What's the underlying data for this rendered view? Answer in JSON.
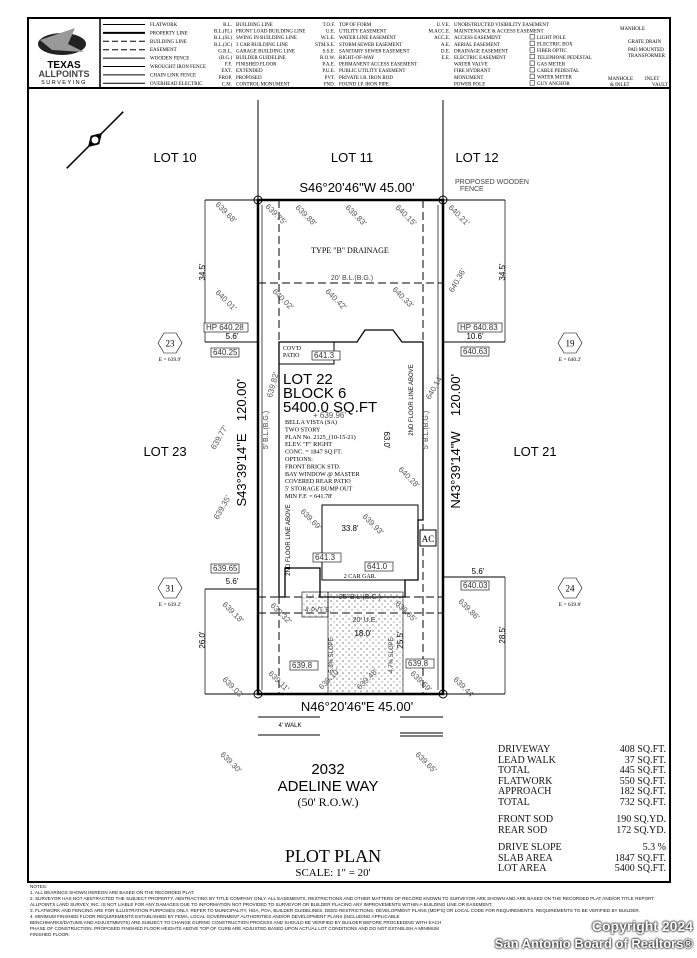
{
  "company": {
    "line1": "TEXAS",
    "line2": "ALLPOINTS",
    "line3": "SURVEYING"
  },
  "legend_lines": [
    "FLATWORK",
    "PROPERTY LINE",
    "BUILDING LINE",
    "EASEMENT",
    "WOODEN FENCE",
    "WROUGHT IRON FENCE",
    "CHAIN LINK FENCE",
    "OVERHEAD ELECTRIC"
  ],
  "abbr1": [
    [
      "B.L.",
      "BUILDING LINE"
    ],
    [
      "B.L.(FL)",
      "FRONT LOAD BUILDING LINE"
    ],
    [
      "B.L.(SL)",
      "SWING IN BUILDING LINE"
    ],
    [
      "B.L.(3C)",
      "3 CAR BUILDING LINE"
    ],
    [
      "G.B.L.",
      "GARAGE BUILDING LINE"
    ],
    [
      "(B.G.)",
      "BUILDER GUIDELINE"
    ],
    [
      "F.F.",
      "FINISHED FLOOR"
    ],
    [
      "EXT.",
      "EXTENDED"
    ],
    [
      "PROP.",
      "PROPOSED"
    ],
    [
      "C.M.",
      "CONTROL MONUMENT"
    ]
  ],
  "abbr2": [
    [
      "T.O.F.",
      "TOP OF FORM"
    ],
    [
      "U.E.",
      "UTILITY EASEMENT"
    ],
    [
      "W.L.E.",
      "WATER LINE EASEMENT"
    ],
    [
      "STM.S.E.",
      "STORM SEWER EASEMENT"
    ],
    [
      "S.S.E.",
      "SANITARY SEWER EASEMENT"
    ],
    [
      "R.O.W.",
      "RIGHT-OF-WAY"
    ],
    [
      "P.A.E.",
      "PERMANENT ACCESS EASEMENT"
    ],
    [
      "P.U.E.",
      "PUBLIC UTILITY EASEMENT"
    ],
    [
      "PVT.",
      "PRIVATE   I.R. IRON ROD"
    ],
    [
      "FND.",
      "FOUND   I.P. IRON PIPE"
    ]
  ],
  "abbr3": [
    [
      "U.V.E.",
      "UNOBSTRUCTED VISIBILITY EASEMENT"
    ],
    [
      "M.ACC.E.",
      "MAINTENANCE & ACCESS EASEMENT"
    ],
    [
      "ACC.E.",
      "ACCESS EASEMENT"
    ],
    [
      "A.E.",
      "AERIAL EASEMENT"
    ],
    [
      "D.E.",
      "DRAINAGE EASEMENT"
    ],
    [
      "E.E.",
      "ELECTRIC EASEMENT"
    ],
    [
      "",
      "WATER VALVE"
    ],
    [
      "",
      "FIRE HYDRANT"
    ],
    [
      "",
      "MONUMENT"
    ],
    [
      "",
      "POWER POLE"
    ]
  ],
  "symbols": [
    "LIGHT POLE",
    "ELECTRIC BOX",
    "FIBER OPTIC",
    "TELEPHONE PEDESTAL",
    "GAS METER",
    "CABLE PEDESTAL",
    "WATER METER",
    "GUY ANCHOR"
  ],
  "symbols_right": {
    "manhole": "MANHOLE",
    "grate": "GRATE DRAIN",
    "pad1": "PAD MOUNTED",
    "pad2": "TRANSFORMER",
    "mh_inlet1": "MANHOLE",
    "mh_inlet2": "& INLET",
    "inlet": "INLET",
    "vault": "VAULT"
  },
  "plot": {
    "lot10": "LOT  10",
    "lot11": "LOT  11",
    "lot12": "LOT  12",
    "lot23": "LOT  23",
    "lot21": "LOT  21",
    "top_bearing": "S46°20'46\"W    45.00'",
    "bottom_bearing": "N46°20'46\"E    45.00'",
    "left_bearing": "S43°39'14\"E",
    "right_bearing": "N43°39'14\"W",
    "left_len": "120.00'",
    "right_len": "120.00'",
    "fence1": "PROPOSED  WOODEN",
    "fence2": "FENCE",
    "drainage": "TYPE \"B\" DRAINAGE",
    "bl_rear": "20' B.L.(B.G.)",
    "dim_34_left": "34.5'",
    "dim_34_right": "34.5'",
    "dim_56_l1": "5.6'",
    "dim_106": "10.6'",
    "dim_56_l2": "5.6'",
    "dim_56_r": "5.6'",
    "dim_26": "26.0'",
    "dim_285": "28.5'",
    "dim_255": "25.5'",
    "dim_338": "33.8'",
    "dim_180": "18.0'",
    "dim_63": "63.0'",
    "side_bl_left": "5' B.L.(B.G.)",
    "side_bl_right": "5' B.L.(B.G.)",
    "floor_above_r": "2ND FLOOR LINE ABOVE",
    "floor_above_l": "2ND FLOOR LINE ABOVE",
    "patio1": "COV'D",
    "patio2": "PATIO",
    "ac": "AC",
    "garage": "2 CAR GAR.",
    "front_bl": "25' B.L.(B.G.)",
    "ue": "20' U.E.",
    "pvt": "4' PVT. E.",
    "slope_l": "5.3% SLOPE",
    "slope_r": "4.7% SLOPE",
    "walk": "4' WALK",
    "lot_title": "LOT 22",
    "block": "BLOCK 6",
    "sqft": "5400.0  SQ.FT",
    "hex": [
      {
        "n": "23",
        "e": "E = 639.9'"
      },
      {
        "n": "19",
        "e": "E = 640.2'"
      },
      {
        "n": "31",
        "e": "E = 639.2'"
      },
      {
        "n": "24",
        "e": "E = 639.8'"
      }
    ],
    "house": [
      "+ 639.96'",
      "BELLA VISTA (SA)",
      "TWO STORY",
      "PLAN No. 2125_(10-15-21)",
      "ELEV. \"F\" RIGHT",
      "CONC. = 1847 SQ.FT.",
      "OPTIONS:",
      "FRONT BRICK STD.",
      "BAY WINDOW @ MASTER",
      "COVERED REAR PATIO",
      "5' STORAGE BUMP OUT",
      "MIN F.F. = 641.78'"
    ],
    "boxes": [
      "HP 640.28",
      "640.25",
      "641.3",
      "HP 640.83",
      "640.63",
      "639.65",
      "641.3",
      "641.0",
      "640.03",
      "639.8",
      "639.8"
    ],
    "elev": [
      "639.68'",
      "639.75'",
      "639.88'",
      "639.83'",
      "640.15'",
      "640.21'",
      "640.01'",
      "640.02'",
      "640.42'",
      "640.33'",
      "640.36'",
      "639.82'",
      "640.14'",
      "639.77'",
      "640.28'",
      "639.35'",
      "639.93'",
      "639.69'",
      "639.18'",
      "639.32'",
      "639.65'",
      "639.86'",
      "639.03'",
      "639.10'",
      "639.48'",
      "639.59'",
      "639.44'",
      "639.11'",
      "639.30'",
      "639.65'"
    ]
  },
  "street": {
    "number": "2032",
    "name": "ADELINE WAY",
    "row": "(50' R.O.W.)"
  },
  "areas": [
    [
      "DRIVEWAY",
      "408 SQ.FT."
    ],
    [
      "LEAD WALK",
      "37 SQ.FT."
    ],
    [
      "TOTAL",
      "445 SQ.FT."
    ],
    [
      "FLATWORK",
      "550 SQ.FT."
    ],
    [
      "APPROACH",
      "182 SQ.FT."
    ],
    [
      "TOTAL",
      "732 SQ.FT."
    ],
    [
      "FRONT SOD",
      "190 SQ.YD."
    ],
    [
      "REAR SOD",
      "172 SQ.YD."
    ],
    [
      "DRIVE SLOPE",
      "5.3 %"
    ],
    [
      "SLAB AREA",
      "1847 SQ.FT."
    ],
    [
      "LOT AREA",
      "5400 SQ.FT."
    ]
  ],
  "title": {
    "main": "PLOT PLAN",
    "scale": "SCALE: 1\" = 20'"
  },
  "notes": [
    "NOTES:",
    "1. ALL BEARINGS SHOWN HEREON ARE BASED ON THE RECORDED PLAT.",
    "2. SURVEYOR HAS NOT ABSTRACTED THE SUBJECT PROPERTY. ABSTRACTING BY TITLE COMPANY ONLY. ALL EASEMENTS, RESTRICTIONS AND OTHER MATTERS OF RECORD KNOWN TO SURVEYOR ARE SHOWN AND ARE BASED ON THE RECORDED PLAT AND/OR TITLE REPORT. ALLPOINTS LAND SURVEY, INC. IS NOT LIABLE FOR ANY DAMAGES DUE TO INFORMATION NOT PROVIDED TO SURVEYOR OR BUILDER PLACING ANY IMPROVEMENTS WITHIN A BUILDING LINE OR EASEMENT.",
    "3. FLATWORK AND FENCING ARE FOR ILLUSTRATION PURPOSES ONLY. REFER TO MUNICIPALITY, HOA, POA, BUILDER GUIDELINES, DEED RESTRICTIONS, DEVELOPMENT PLANS (MDP'S) OR LOCAL CODE FOR REQUIREMENTS. REQUIREMENTS TO BE VERIFIED BY BUILDER.",
    "4. MINIMUM FINISHED FLOOR REQUIREMENTS ESTABLISHED BY FEMA, LOCAL GOVERNMENT AUTHORITIES AND/OR DEVELOPMENT PLANS (INCLUDING APPLICABLE BENCHMARKS/DATUMS AND ADJUSTMENTS) ARE SUBJECT TO CHANGE DURING CONSTRUCTION PROCESS AND SHOULD BE VERIFIED BY BUILDER BEFORE PROCEEDING WITH EACH PHASE OF CONSTRUCTION. PROPOSED FINISHED FLOOR HEIGHTS ABOVE TOP OF CURB ARE ADJUSTED BASED UPON ACTUAL LOT CONDITIONS AND DO NOT ESTABLISH A MINIMUM FINISHED FLOOR."
  ],
  "watermark": {
    "line1": "Copyright 2024",
    "line2": "San Antonio Board of Realtors®"
  }
}
